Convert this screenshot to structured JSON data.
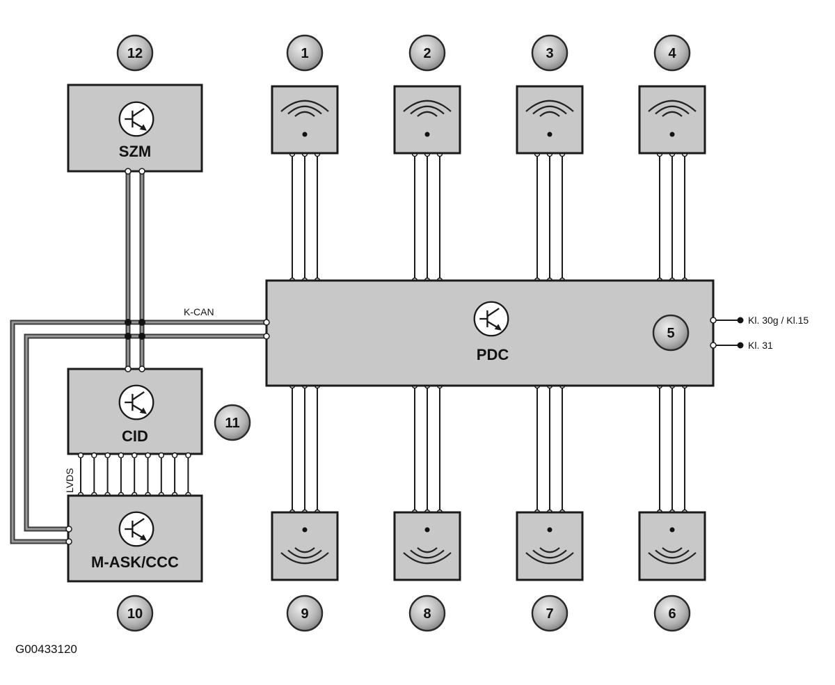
{
  "components": {
    "szm": "SZM",
    "pdc": "PDC",
    "cid": "CID",
    "mask": "M-ASK/CCC"
  },
  "bus_labels": {
    "kcan": "K-CAN",
    "lvds": "LVDS"
  },
  "terminals": {
    "kl30": "Kl. 30g / Kl.15",
    "kl31": "Kl. 31"
  },
  "badges": [
    "1",
    "2",
    "3",
    "4",
    "5",
    "6",
    "7",
    "8",
    "9",
    "10",
    "11",
    "12"
  ],
  "figure_id": "G00433120"
}
